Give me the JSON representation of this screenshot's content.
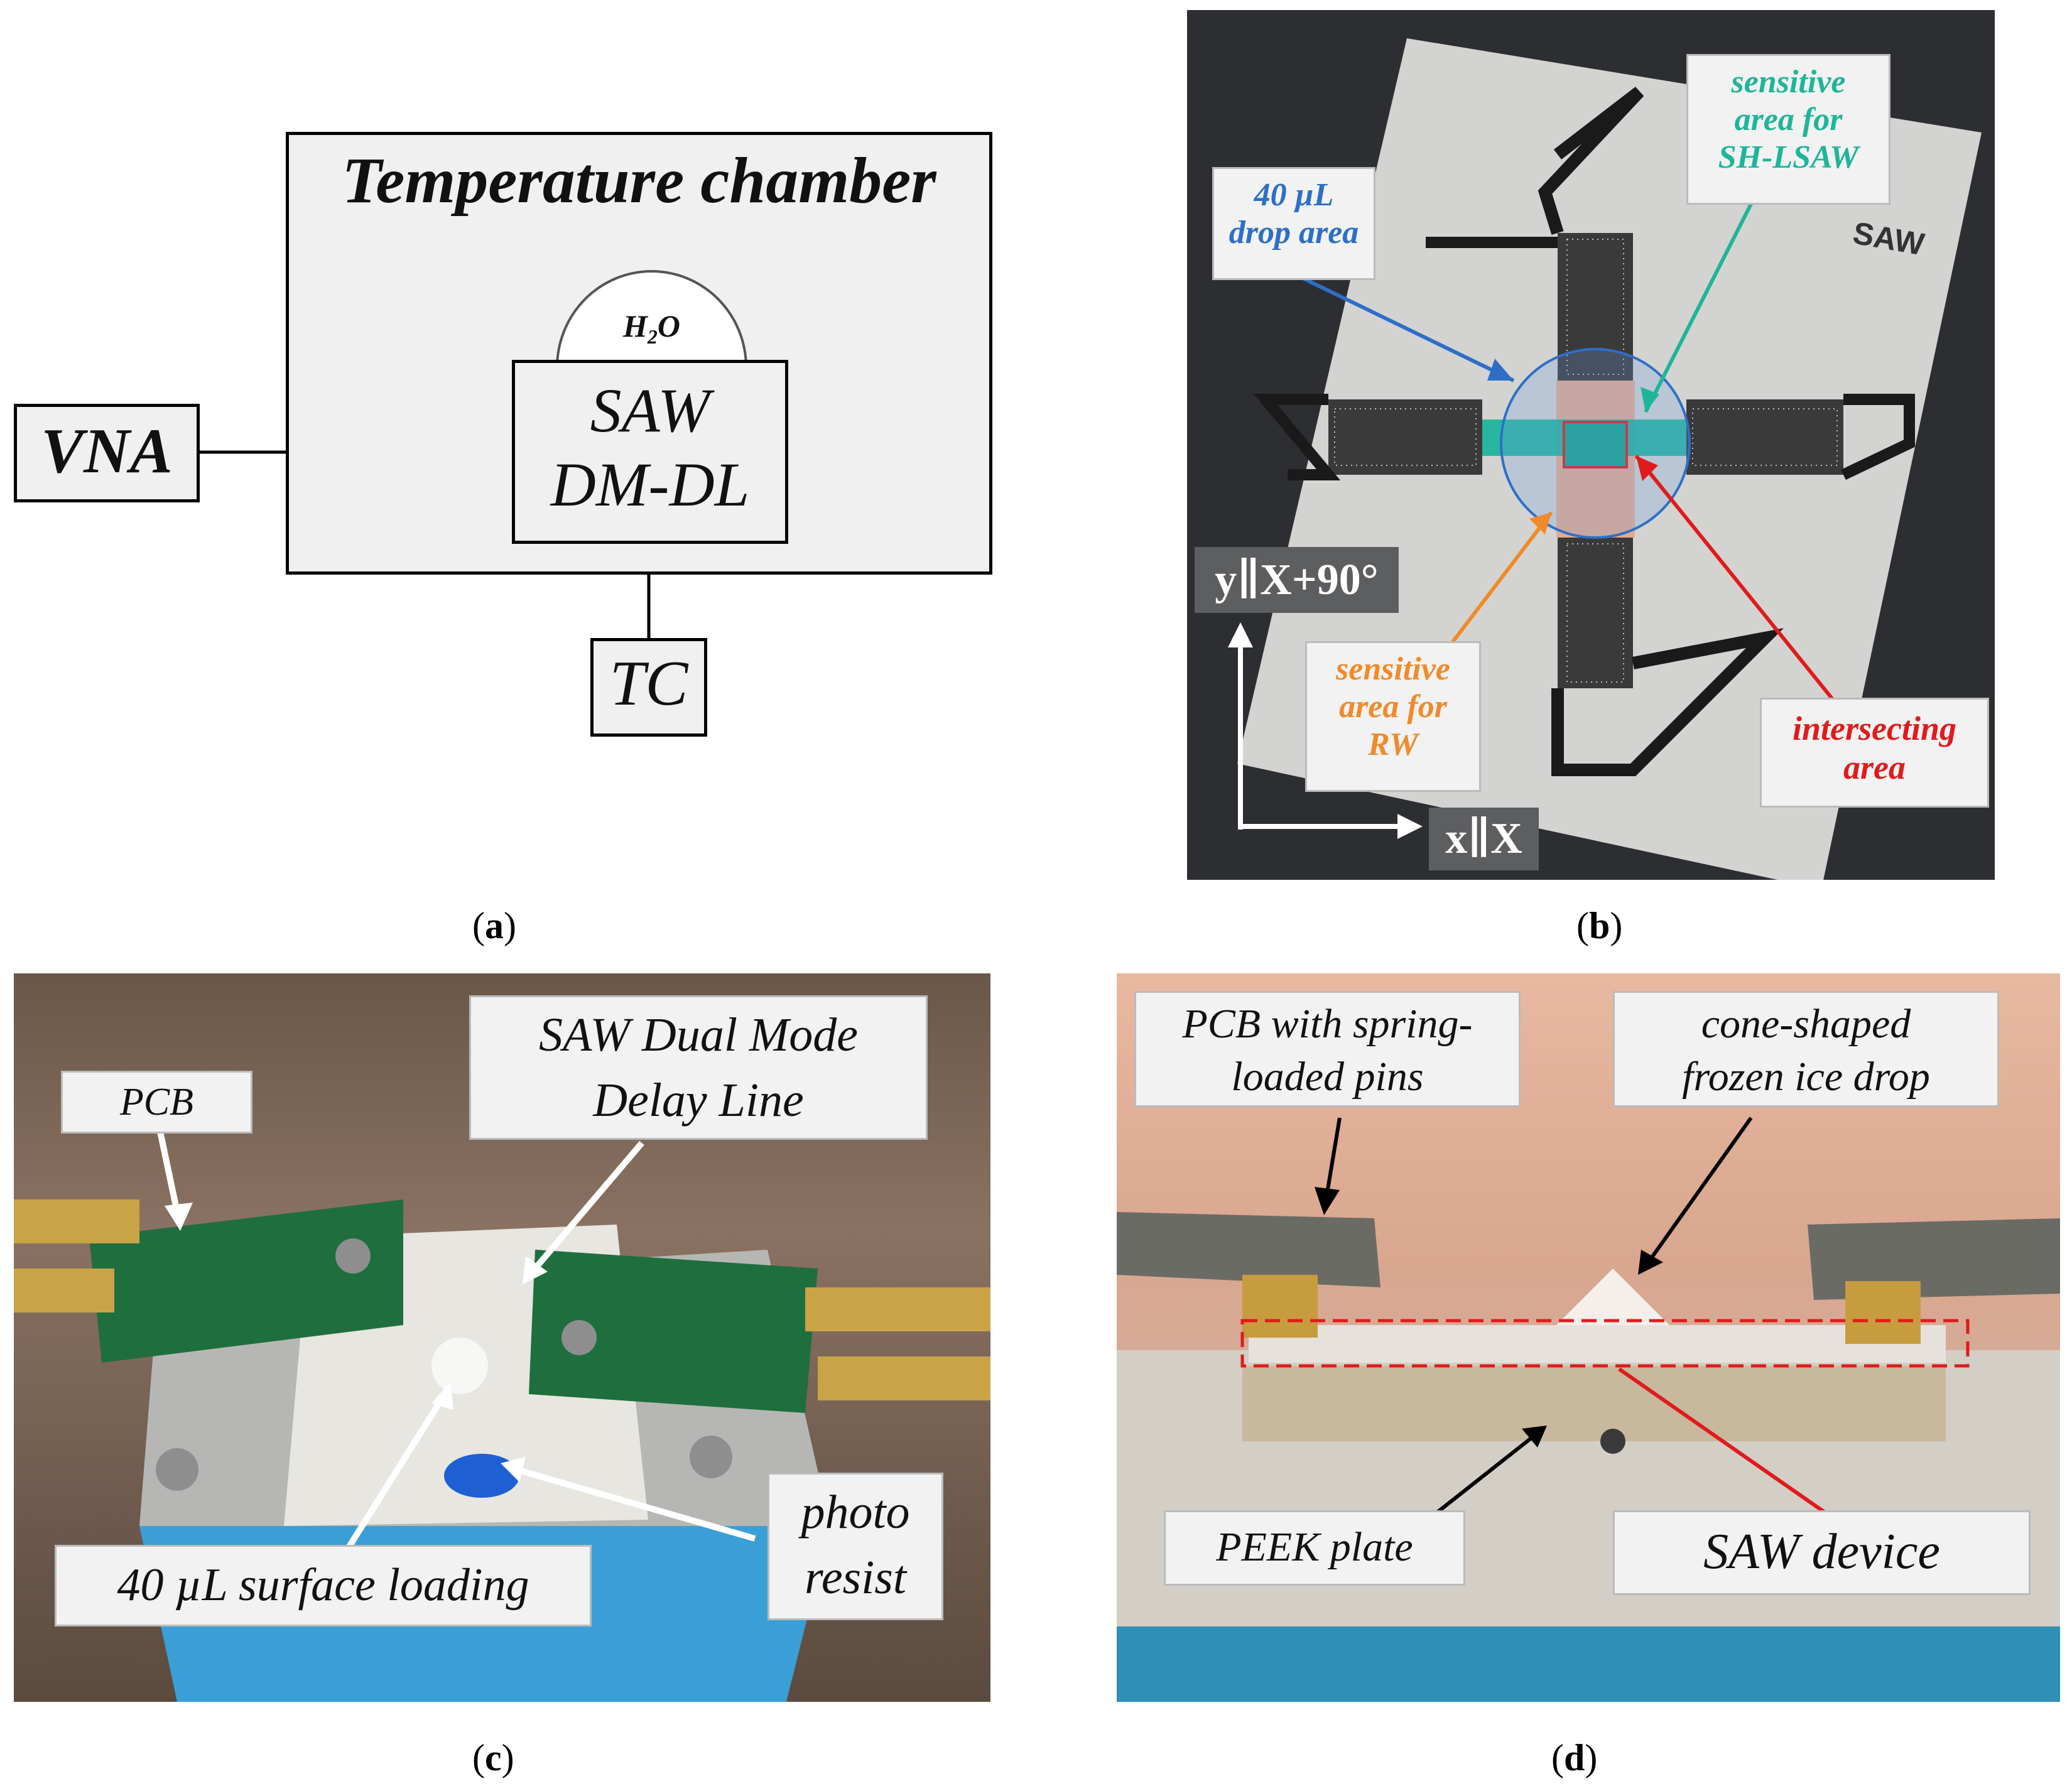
{
  "panel_a": {
    "chamber_label": "Temperature chamber",
    "h2o_label": "H",
    "h2o_sub": "2",
    "h2o_tail": "O",
    "saw_line1": "SAW",
    "saw_line2": "DM-DL",
    "vna_label": "VNA",
    "tc_label": "TC",
    "caption_pre": "(",
    "caption_letter": "a",
    "caption_post": ")"
  },
  "panel_b": {
    "drop_area_label": "40 µL drop area",
    "drop_line1": "40 µL",
    "drop_line2": "drop area",
    "shlsaw_line1": "sensitive",
    "shlsaw_line2": "area for",
    "shlsaw_line3": "SH-LSAW",
    "rw_line1": "sensitive",
    "rw_line2": "area for",
    "rw_line3": "RW",
    "intersect_line1": "intersecting",
    "intersect_line2": "area",
    "y_axis_label": "y∥X+90°",
    "x_axis_label": "x∥X",
    "logo_text": "SAW",
    "colors": {
      "blue": "#2e6fc6",
      "teal": "#1fb59a",
      "orange": "#f08a2a",
      "red": "#e01b1b"
    },
    "caption_letter": "b"
  },
  "panel_c": {
    "pcb_label": "PCB",
    "saw_line1": "SAW Dual Mode",
    "saw_line2": "Delay Line",
    "loading_label": "40 µL surface loading",
    "resist_line1": "photo",
    "resist_line2": "resist",
    "caption_letter": "c"
  },
  "panel_d": {
    "pcb_line1": "PCB with spring-",
    "pcb_line2": "loaded pins",
    "cone_line1": "cone-shaped",
    "cone_line2": "frozen ice drop",
    "peek_label": "PEEK plate",
    "saw_label": "SAW device",
    "caption_letter": "d"
  }
}
